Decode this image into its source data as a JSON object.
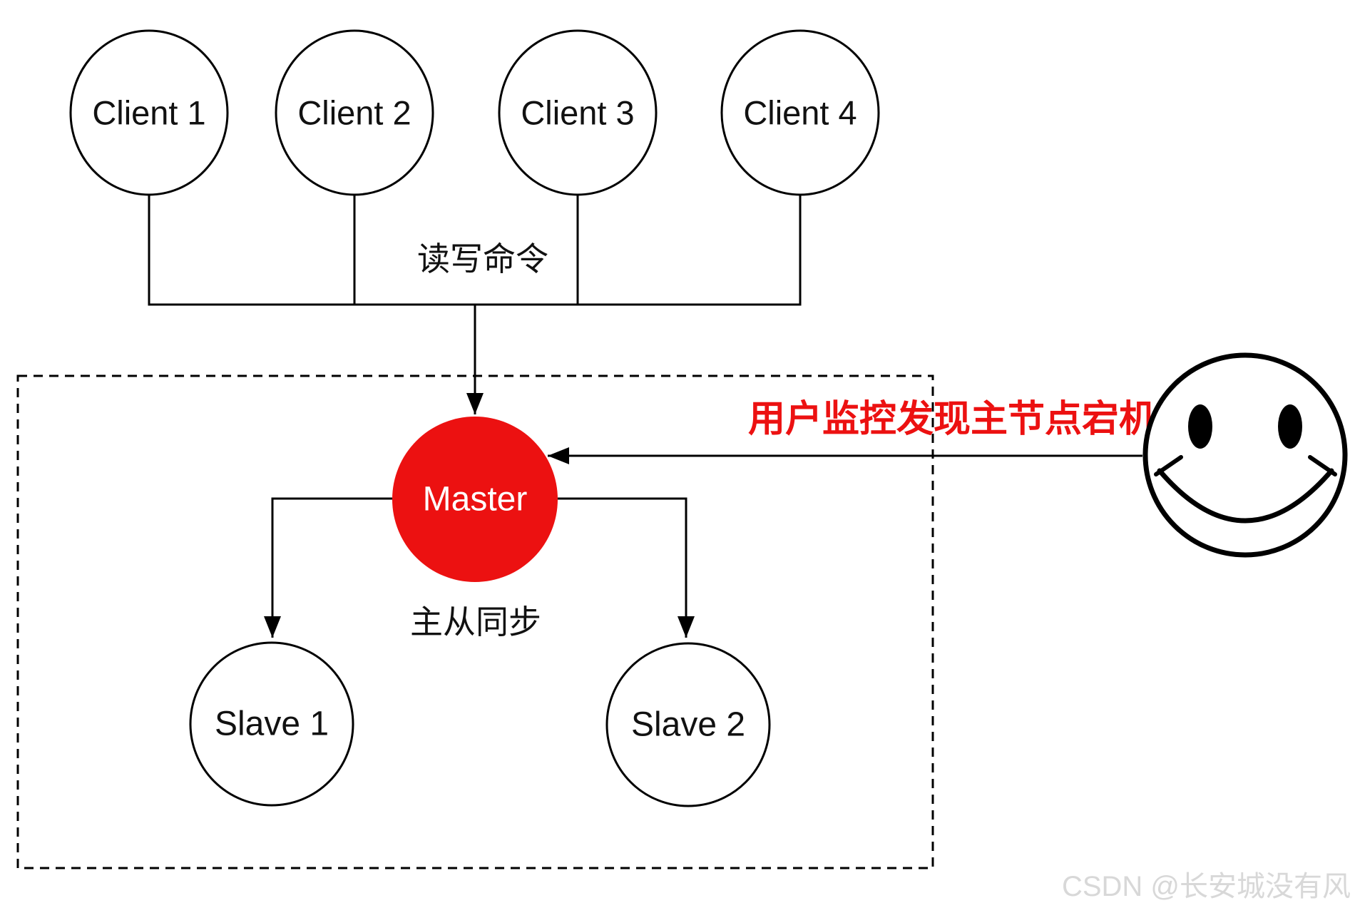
{
  "diagram": {
    "clients": [
      {
        "label": "Client 1"
      },
      {
        "label": "Client 2"
      },
      {
        "label": "Client 3"
      },
      {
        "label": "Client 4"
      }
    ],
    "bus_label": "读写命令",
    "master": {
      "label": "Master"
    },
    "sync_label": "主从同步",
    "slaves": [
      {
        "label": "Slave 1"
      },
      {
        "label": "Slave 2"
      }
    ],
    "alert_label": "用户监控发现主节点宕机",
    "watermark": "CSDN @长安城没有风",
    "colors": {
      "master_fill": "#ec1111",
      "alert_text": "#ec1111",
      "line": "#000000",
      "node_fill": "#ffffff",
      "master_label": "#ffffff",
      "watermark": "#d8d8d8"
    }
  }
}
